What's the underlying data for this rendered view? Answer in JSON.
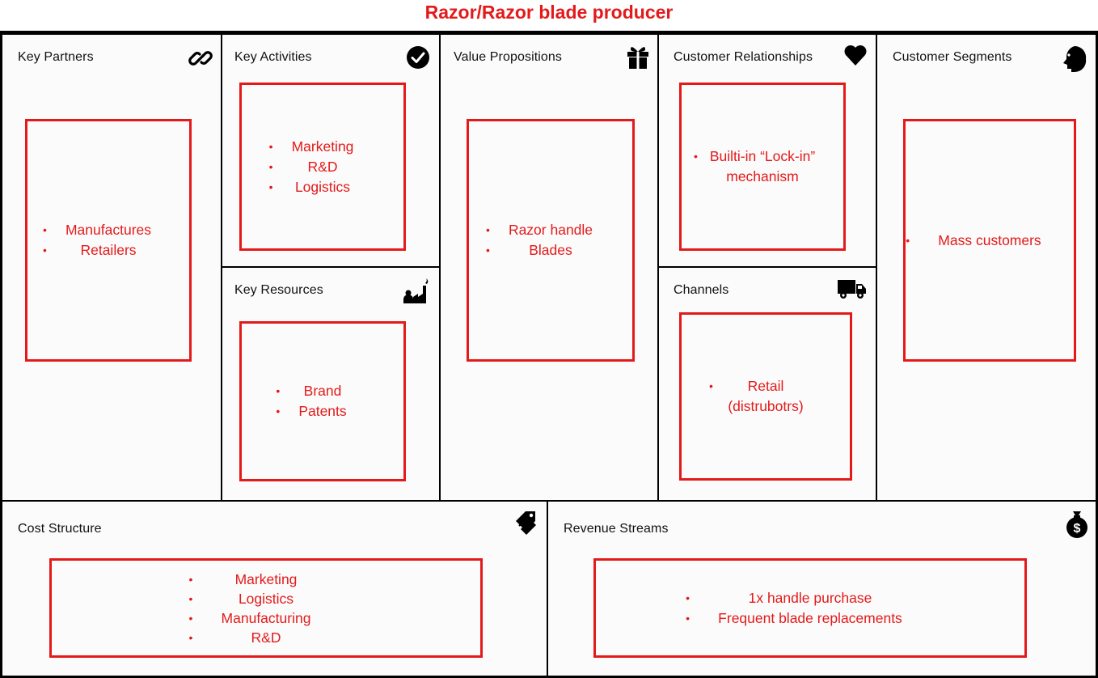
{
  "title": "Razor/Razor blade producer",
  "bullet": "•",
  "blocks": {
    "key_partners": {
      "heading": "Key Partners",
      "icon": "link-icon",
      "items": [
        "Manufactures",
        "Retailers"
      ]
    },
    "key_activities": {
      "heading": "Key Activities",
      "icon": "checkmark-circle-icon",
      "items": [
        "Marketing",
        "R&D",
        "Logistics"
      ]
    },
    "key_resources": {
      "heading": "Key Resources",
      "icon": "factory-worker-icon",
      "items": [
        "Brand",
        "Patents"
      ]
    },
    "value_propositions": {
      "heading": "Value Propositions",
      "icon": "gift-icon",
      "items": [
        "Razor handle",
        "Blades"
      ]
    },
    "customer_relationships": {
      "heading": "Customer Relationships",
      "icon": "heart-icon",
      "items": [
        "Builti-in “Lock-in” mechanism"
      ]
    },
    "channels": {
      "heading": "Channels",
      "icon": "truck-icon",
      "items": [
        "Retail (distrubotrs)"
      ]
    },
    "customer_segments": {
      "heading": "Customer Segments",
      "icon": "face-profile-icon",
      "items": [
        "Mass customers"
      ]
    },
    "cost_structure": {
      "heading": "Cost Structure",
      "icon": "price-tag-icon",
      "items": [
        "Marketing",
        "Logistics",
        "Manufacturing",
        "R&D"
      ]
    },
    "revenue_streams": {
      "heading": "Revenue Streams",
      "icon": "money-bag-icon",
      "items": [
        "1x handle purchase",
        "Frequent blade replacements"
      ]
    }
  },
  "colors": {
    "accent": "#e41a1a",
    "lines": "#000000"
  }
}
